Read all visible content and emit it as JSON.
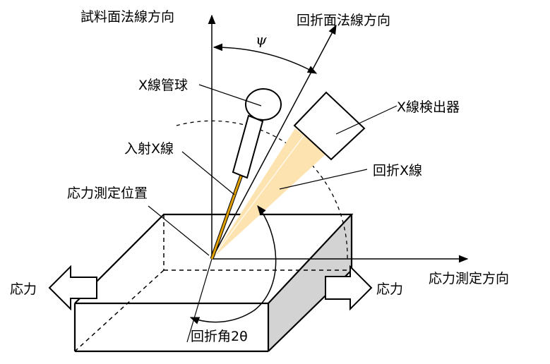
{
  "labels": {
    "sample_normal": "試料面法線方向",
    "diffraction_normal": "回折面法線方向",
    "psi": "ψ",
    "xray_tube": "X線管球",
    "xray_detector": "X線検出器",
    "incident_xray": "入射X線",
    "diffracted_xray": "回折X線",
    "measure_position": "応力測定位置",
    "stress_left": "応力",
    "stress_right": "応力",
    "measure_direction": "応力測定方向",
    "diffraction_angle": "回折角2θ"
  },
  "colors": {
    "incident_beam": "#e0a000",
    "diffracted_beam": "#fde3b0",
    "side_face": "#d3d3d3",
    "line": "#000000"
  }
}
